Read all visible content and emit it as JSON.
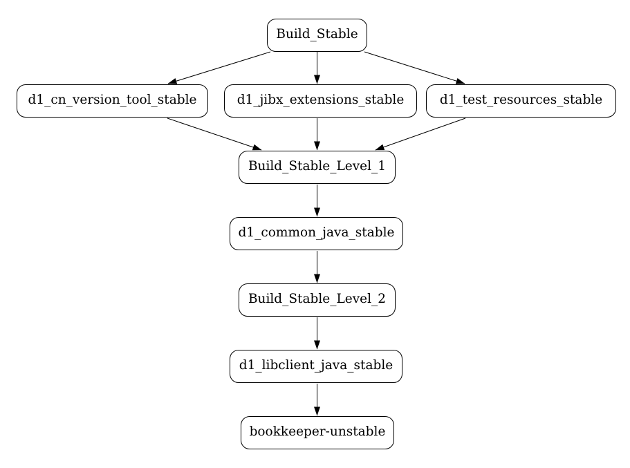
{
  "diagram": {
    "type": "directed-graph",
    "background_color": "#ffffff",
    "node_border_color": "#000000",
    "edge_color": "#000000",
    "text_color": "#000000",
    "nodes": [
      {
        "id": "Build_Stable",
        "label": "Build_Stable"
      },
      {
        "id": "d1_cn_version_tool_stable",
        "label": "d1_cn_version_tool_stable"
      },
      {
        "id": "d1_jibx_extensions_stable",
        "label": "d1_jibx_extensions_stable"
      },
      {
        "id": "d1_test_resources_stable",
        "label": "d1_test_resources_stable"
      },
      {
        "id": "Build_Stable_Level_1",
        "label": "Build_Stable_Level_1"
      },
      {
        "id": "d1_common_java_stable",
        "label": "d1_common_java_stable"
      },
      {
        "id": "Build_Stable_Level_2",
        "label": "Build_Stable_Level_2"
      },
      {
        "id": "d1_libclient_java_stable",
        "label": "d1_libclient_java_stable"
      },
      {
        "id": "bookkeeper-unstable",
        "label": "bookkeeper-unstable"
      }
    ],
    "edges": [
      {
        "from": "Build_Stable",
        "to": "d1_cn_version_tool_stable"
      },
      {
        "from": "Build_Stable",
        "to": "d1_jibx_extensions_stable"
      },
      {
        "from": "Build_Stable",
        "to": "d1_test_resources_stable"
      },
      {
        "from": "d1_cn_version_tool_stable",
        "to": "Build_Stable_Level_1"
      },
      {
        "from": "d1_jibx_extensions_stable",
        "to": "Build_Stable_Level_1"
      },
      {
        "from": "d1_test_resources_stable",
        "to": "Build_Stable_Level_1"
      },
      {
        "from": "Build_Stable_Level_1",
        "to": "d1_common_java_stable"
      },
      {
        "from": "d1_common_java_stable",
        "to": "Build_Stable_Level_2"
      },
      {
        "from": "Build_Stable_Level_2",
        "to": "d1_libclient_java_stable"
      },
      {
        "from": "d1_libclient_java_stable",
        "to": "bookkeeper-unstable"
      }
    ]
  }
}
